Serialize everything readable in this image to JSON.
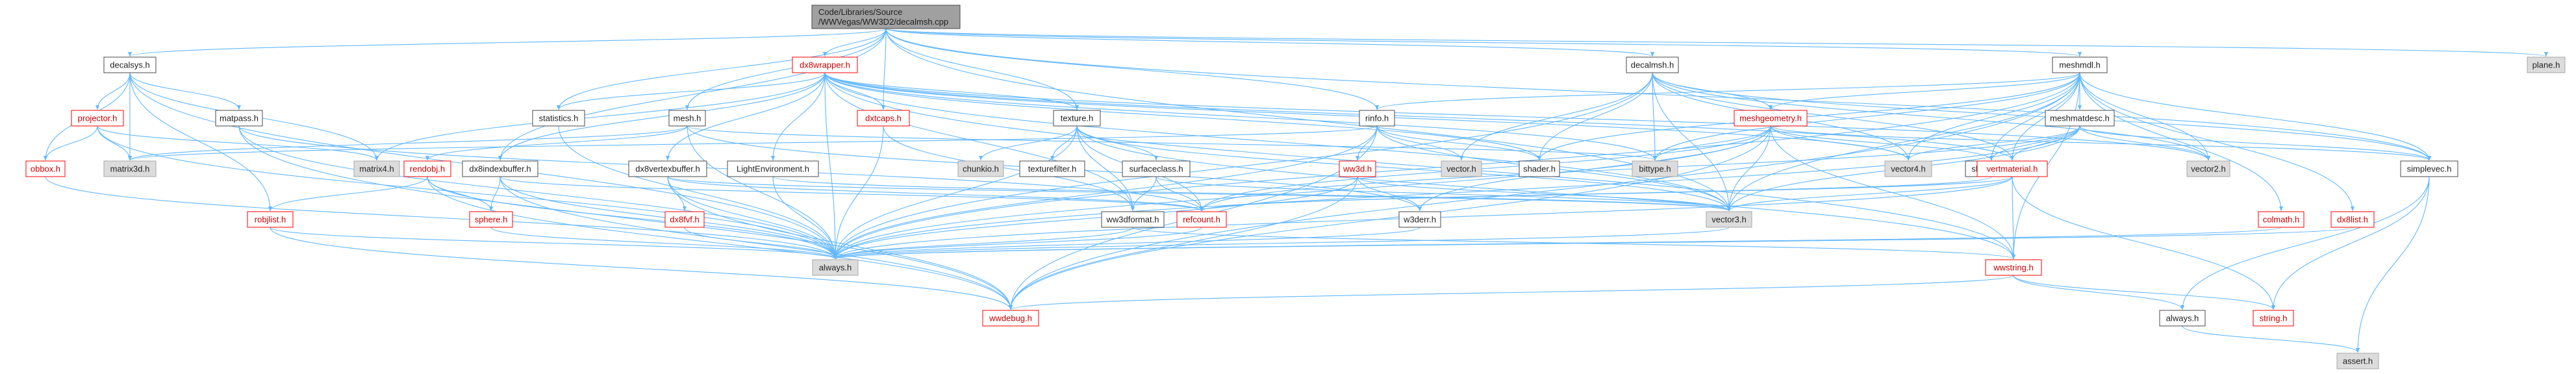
{
  "root": {
    "line1": "Code/Libraries/Source",
    "line2": "/WWVegas/WW3D2/decalmsh.cpp"
  },
  "nodes": {
    "decalsys": "decalsys.h",
    "dx8wrapper": "dx8wrapper.h",
    "dxtcaps": "dxtcaps.h",
    "texture": "texture.h",
    "decalmsh": "decalmsh.h",
    "meshmdl": "meshmdl.h",
    "plane": "plane.h",
    "statistics": "statistics.h",
    "mesh": "mesh.h",
    "rinfo": "rinfo.h",
    "meshgeometry": "meshgeometry.h",
    "meshmatdesc": "meshmatdesc.h",
    "projector": "projector.h",
    "matpass": "matpass.h",
    "obbox": "obbox.h",
    "matrix3d": "matrix3d.h",
    "matrix4": "matrix4.h",
    "rendobj": "rendobj.h",
    "dx8indexbuffer": "dx8indexbuffer.h",
    "dx8vertexbuffer": "dx8vertexbuffer.h",
    "lightenv": "LightEnvironment.h",
    "chunkio": "chunkio.h",
    "texturefilter": "texturefilter.h",
    "surfaceclass": "surfaceclass.h",
    "ww3d": "ww3d.h",
    "vector": "vector.h",
    "shader": "shader.h",
    "bittype": "bittype.h",
    "vector4": "vector4.h",
    "sharebuf": "sharebuf.h",
    "vertmaterial": "vertmaterial.h",
    "vector3": "vector3.h",
    "vector2": "vector2.h",
    "simplevec": "simplevec.h",
    "robjlist": "robjlist.h",
    "sphere": "sphere.h",
    "dx8fvf": "dx8fvf.h",
    "ww3dformat": "ww3dformat.h",
    "refcount": "refcount.h",
    "w3derr": "w3derr.h",
    "colmath": "colmath.h",
    "dx8list": "dx8list.h",
    "always": "always.h",
    "wwstring": "wwstring.h",
    "wwdebug": "wwdebug.h",
    "always2": "always.h",
    "strng": "string.h",
    "assert": "assert.h"
  },
  "colors": {
    "edge": "#63b8ff",
    "node_border": "#4a4a4a",
    "node_fill": "#ffffff",
    "gray_fill": "#dcdcdc",
    "gray_border": "#a8a8a8",
    "red_border": "#ff0000",
    "red_text": "#cc0000",
    "root_fill": "#a0a0a0",
    "text": "#1f1f1f"
  }
}
